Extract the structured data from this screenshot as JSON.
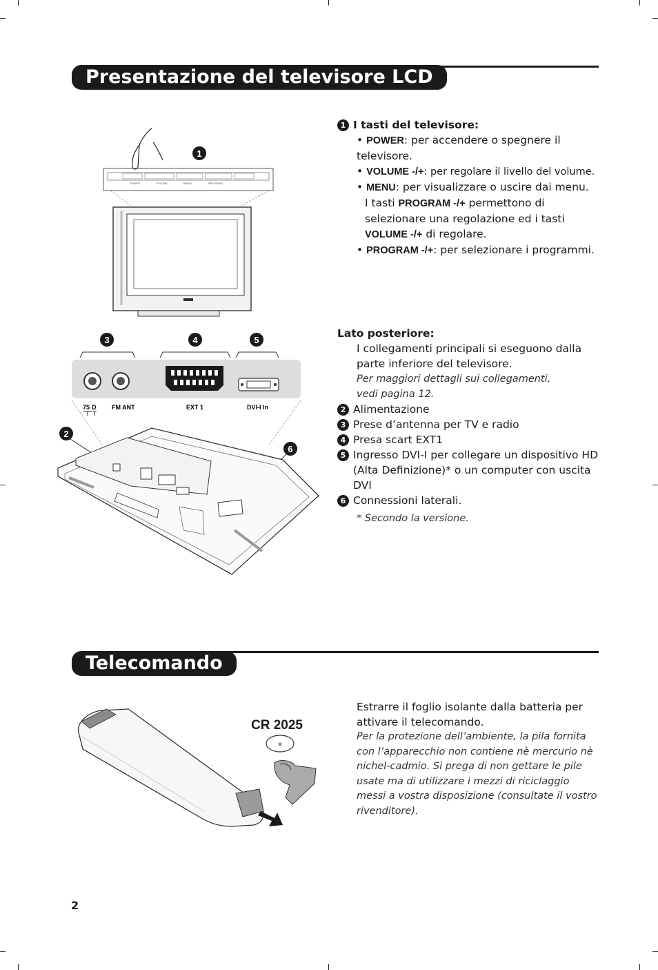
{
  "section1": {
    "title": "Presentazione del televisore LCD",
    "buttons_heading": "I tasti del televisore:",
    "buttons": [
      {
        "key": "POWER",
        "text": ": per accendere o spegnere il televisore."
      },
      {
        "key": "VOLUME -/+",
        "text": ": per regolare il livello del volume."
      },
      {
        "key": "MENU",
        "text": ": per visualizzare o uscire dai menu."
      },
      {
        "key": "PROGRAM -/+",
        "text": ": per selezionare i programmi."
      }
    ],
    "menu_note": {
      "pre": "I tasti ",
      "key1": "PROGRAM -/+",
      "mid": " permettono di selezionare una regolazione ed i tasti ",
      "key2": "VOLUME -/+",
      "post": " di regolare."
    },
    "rear_heading": "Lato posteriore:",
    "rear_text": "I collegamenti principali si eseguono dalla parte inferiore del televisore.",
    "rear_note": "Per maggiori dettagli sui collegamenti, vedi pagina 12.",
    "rear_items": [
      {
        "n": "2",
        "text": "Alimentazione"
      },
      {
        "n": "3",
        "text": "Prese d’antenna per TV e radio"
      },
      {
        "n": "4",
        "text": "Presa scart EXT1"
      },
      {
        "n": "5",
        "text": "Ingresso DVI-I per collegare un dispositivo HD (Alta Definizione)* o un computer con uscita DVI"
      },
      {
        "n": "6",
        "text": "Connessioni laterali."
      }
    ],
    "footnote": "* Secondo la versione.",
    "diagram": {
      "panel_labels": [
        "POWER",
        "VOLUME",
        "MENU",
        "PROGRAM"
      ],
      "connector_labels": [
        "75 Ω",
        "FM ANT",
        "EXT 1",
        "DVI-I In"
      ],
      "callouts": [
        "1",
        "2",
        "3",
        "4",
        "5",
        "6"
      ]
    }
  },
  "section2": {
    "title": "Telecomando",
    "battery_label": "CR 2025",
    "instruction": "Estrarre il foglio isolante dalla batteria per attivare il telecomando.",
    "env_note": "Per la protezione dell’ambiente, la pila fornita con l’apparecchio non contiene nè mercurio nè nichel-cadmio. Si prega di non gettare le pile usate ma di utilizzare i mezzi di riciclaggio messi a vostra disposizione (consultate il vostro rivenditore)."
  },
  "page_number": "2"
}
